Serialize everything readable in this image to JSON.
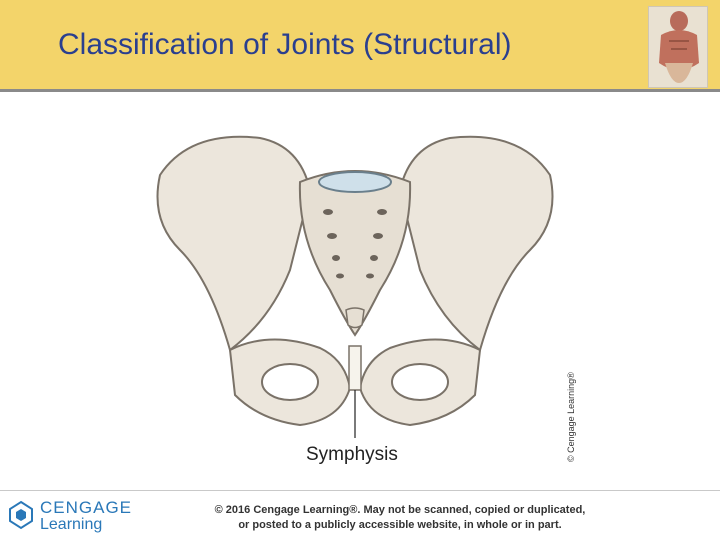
{
  "slide": {
    "title": "Classification of Joints (Structural)"
  },
  "figure": {
    "label": "Symphysis",
    "image_credit": "© Cengage Learning®"
  },
  "footer": {
    "brand_top": "CENGAGE",
    "brand_bottom": "Learning",
    "legal_line1": "© 2016 Cengage Learning®. May not be scanned, copied or duplicated,",
    "legal_line2": "or posted to a publicly accessible website, in whole or in part."
  },
  "colors": {
    "header": "#f3d46a",
    "title": "#2a3f8f",
    "brand": "#2a78b8"
  }
}
